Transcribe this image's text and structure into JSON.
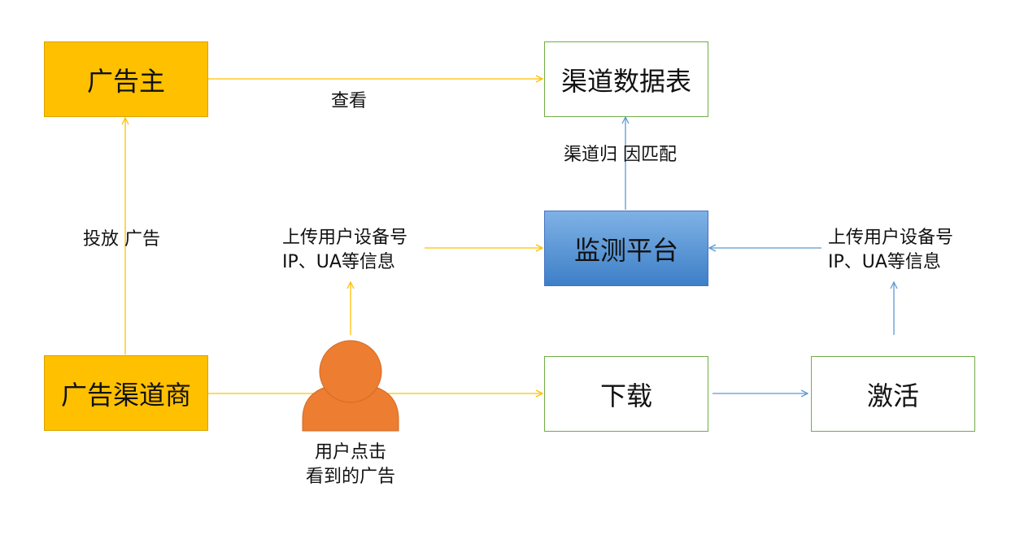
{
  "nodes": {
    "advertiser": "广告主",
    "ad_channel": "广告渠道商",
    "channel_table": "渠道数据表",
    "monitor_platform": "监测平台",
    "download": "下载",
    "activate": "激活"
  },
  "edges": {
    "view": "查看",
    "place_ads": "投放 广告",
    "attribution": "渠道归 因匹配",
    "upload_left_line1": "上传用户设备号",
    "upload_left_line2": "IP、UA等信息",
    "upload_right_line1": "上传用户设备号",
    "upload_right_line2": "IP、UA等信息",
    "user_click_line1": "用户点击",
    "user_click_line2": "看到的广告"
  },
  "colors": {
    "yellow_fill": "#ffc000",
    "green_border": "#70ad47",
    "blue_fill": "#4a8ad4",
    "yellow_arrow": "#ffc000",
    "blue_arrow": "#5b9bd5",
    "person": "#ed7d31"
  },
  "icons": {
    "user": "person-icon"
  }
}
